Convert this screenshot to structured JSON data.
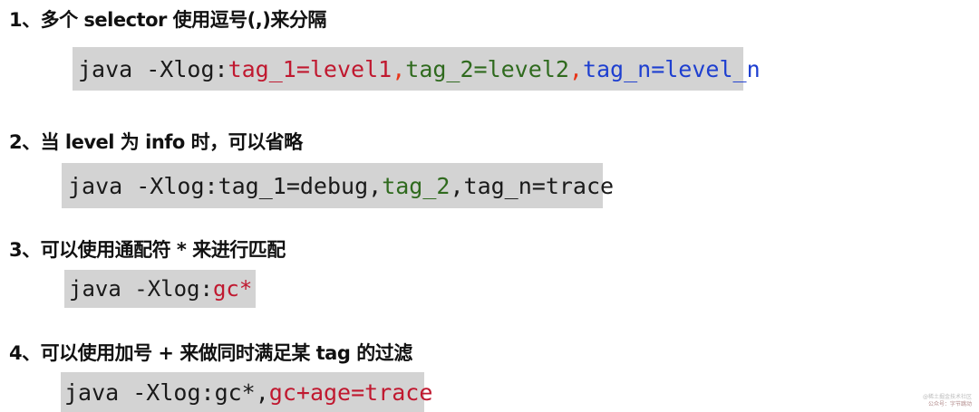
{
  "sections": [
    {
      "heading": "1、多个 selector 使用逗号(,)来分隔",
      "code": {
        "prefix": "java -Xlog:",
        "parts": [
          {
            "text": "tag_1=level1",
            "color": "#c0182f"
          },
          {
            "text": ",",
            "color": "#e8361a"
          },
          {
            "text": "tag_2=level2",
            "color": "#2f6a1e"
          },
          {
            "text": ",",
            "color": "#e8361a"
          },
          {
            "text": "tag_n=level_n",
            "color": "#1e3fd0"
          }
        ]
      }
    },
    {
      "heading": "2、当 level 为 info 时，可以省略",
      "code": {
        "prefix": "java -Xlog:",
        "parts": [
          {
            "text": "tag_1=debug,",
            "color": "#1a1a1a"
          },
          {
            "text": "tag_2",
            "color": "#2f6a1e"
          },
          {
            "text": ",tag_n=trace",
            "color": "#1a1a1a"
          }
        ]
      }
    },
    {
      "heading": "3、可以使用通配符 * 来进行匹配",
      "code": {
        "prefix": "java -Xlog:",
        "parts": [
          {
            "text": "gc*",
            "color": "#c0182f"
          }
        ]
      }
    },
    {
      "heading": "4、可以使用加号 + 来做同时满足某 tag 的过滤",
      "code": {
        "prefix": "java -Xlog:",
        "parts": [
          {
            "text": "gc*,",
            "color": "#1a1a1a"
          },
          {
            "text": "gc+age=trace",
            "color": "#c0182f"
          }
        ]
      }
    }
  ],
  "watermark": {
    "line1": "@稀土掘金技术社区",
    "line2": "公众号：字节跳动"
  }
}
